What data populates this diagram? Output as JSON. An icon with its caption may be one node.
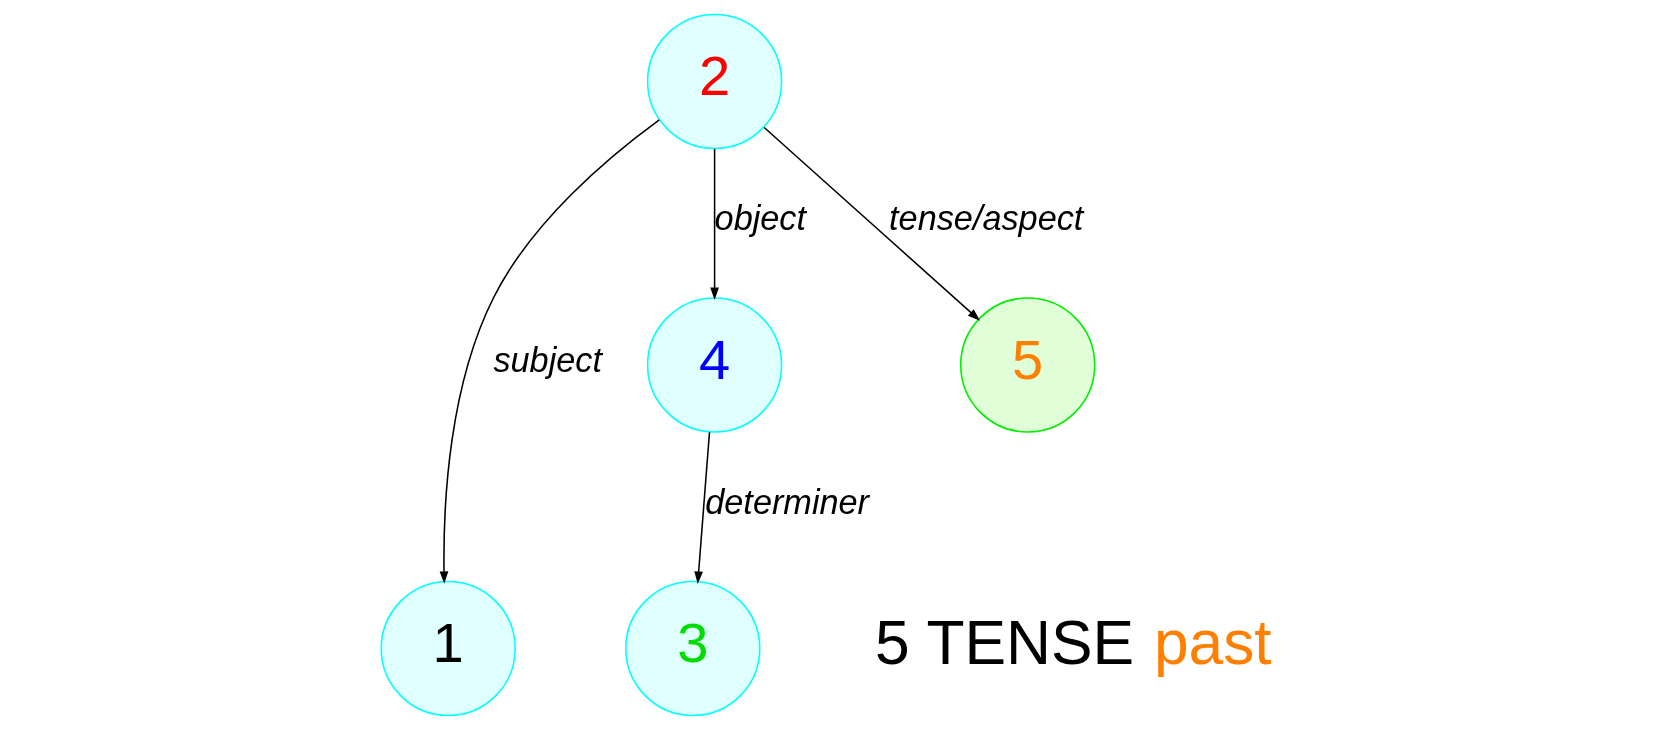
{
  "diagram": {
    "nodes": [
      {
        "text": [
          "2"
        ]
      },
      {
        "text": [
          "1"
        ]
      },
      {
        "text": [
          "4"
        ]
      },
      {
        "text": [
          "5"
        ]
      },
      {
        "text": [
          "3"
        ]
      }
    ],
    "edges": [
      {
        "from": 0,
        "to": 1,
        "arrow": "to",
        "label": "subject"
      },
      {
        "from": 0,
        "to": 2,
        "arrow": "to",
        "label": "object"
      },
      {
        "from": 0,
        "to": 3,
        "arrow": "to",
        "label": "tense/aspect"
      },
      {
        "from": 2,
        "to": 4,
        "arrow": "to",
        "label": "determiner"
      }
    ],
    "labels": [
      "5",
      "TENSE",
      "past"
    ]
  }
}
